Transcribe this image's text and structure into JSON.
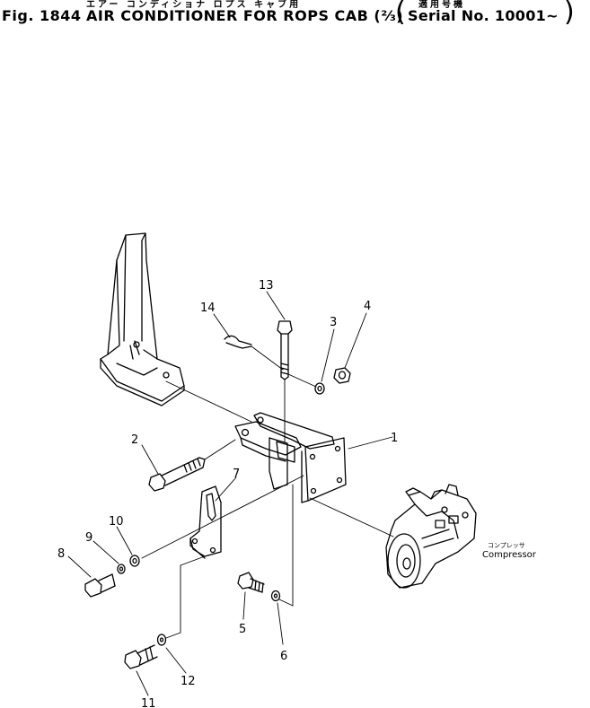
{
  "header": {
    "fig_label": "Fig. 1844",
    "title_kana": "エアー コンディショナ ロプス キャブ用",
    "title": "AIR CONDITIONER FOR ROPS CAB (⅔)",
    "serial_kana": "適用号機",
    "serial": "Serial No. 10001~"
  },
  "callouts": [
    "1",
    "2",
    "3",
    "4",
    "5",
    "6",
    "7",
    "8",
    "9",
    "10",
    "11",
    "12",
    "13",
    "14"
  ],
  "compressor": {
    "label_kana": "コンプレッサ",
    "label": "Compressor"
  }
}
